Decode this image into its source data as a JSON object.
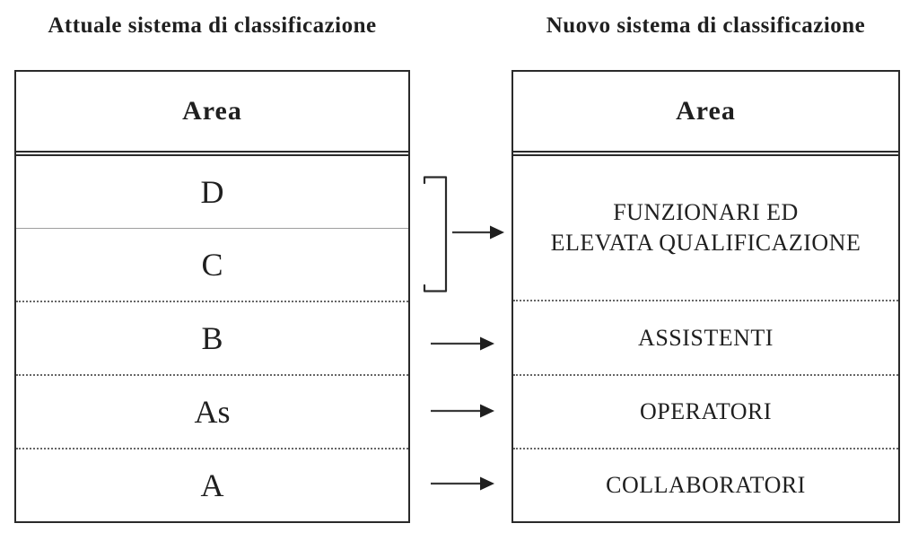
{
  "diagram": {
    "left_table": {
      "title": "Attuale sistema di classificazione",
      "header": "Area",
      "rows": [
        "D",
        "C",
        "B",
        "As",
        "A"
      ]
    },
    "right_table": {
      "title": "Nuovo sistema di classificazione",
      "header": "Area",
      "rows": [
        "FUNZIONARI ED\nELEVATA QUALIFICAZIONE",
        "ASSISTENTI",
        "OPERATORI",
        "COLLABORATORI"
      ]
    },
    "mappings": [
      {
        "from": [
          "D",
          "C"
        ],
        "to": "FUNZIONARI ED ELEVATA QUALIFICAZIONE",
        "connector": "bracket-arrow"
      },
      {
        "from": [
          "B"
        ],
        "to": "ASSISTENTI",
        "connector": "arrow"
      },
      {
        "from": [
          "As"
        ],
        "to": "OPERATORI",
        "connector": "arrow"
      },
      {
        "from": [
          "A"
        ],
        "to": "COLLABORATORI",
        "connector": "arrow"
      }
    ],
    "colors": {
      "ink": "#1f1f1f",
      "border": "#2a2a2a",
      "light_separator": "#9e9e9e",
      "dotted_separator": "#666666",
      "background": "#ffffff"
    }
  }
}
